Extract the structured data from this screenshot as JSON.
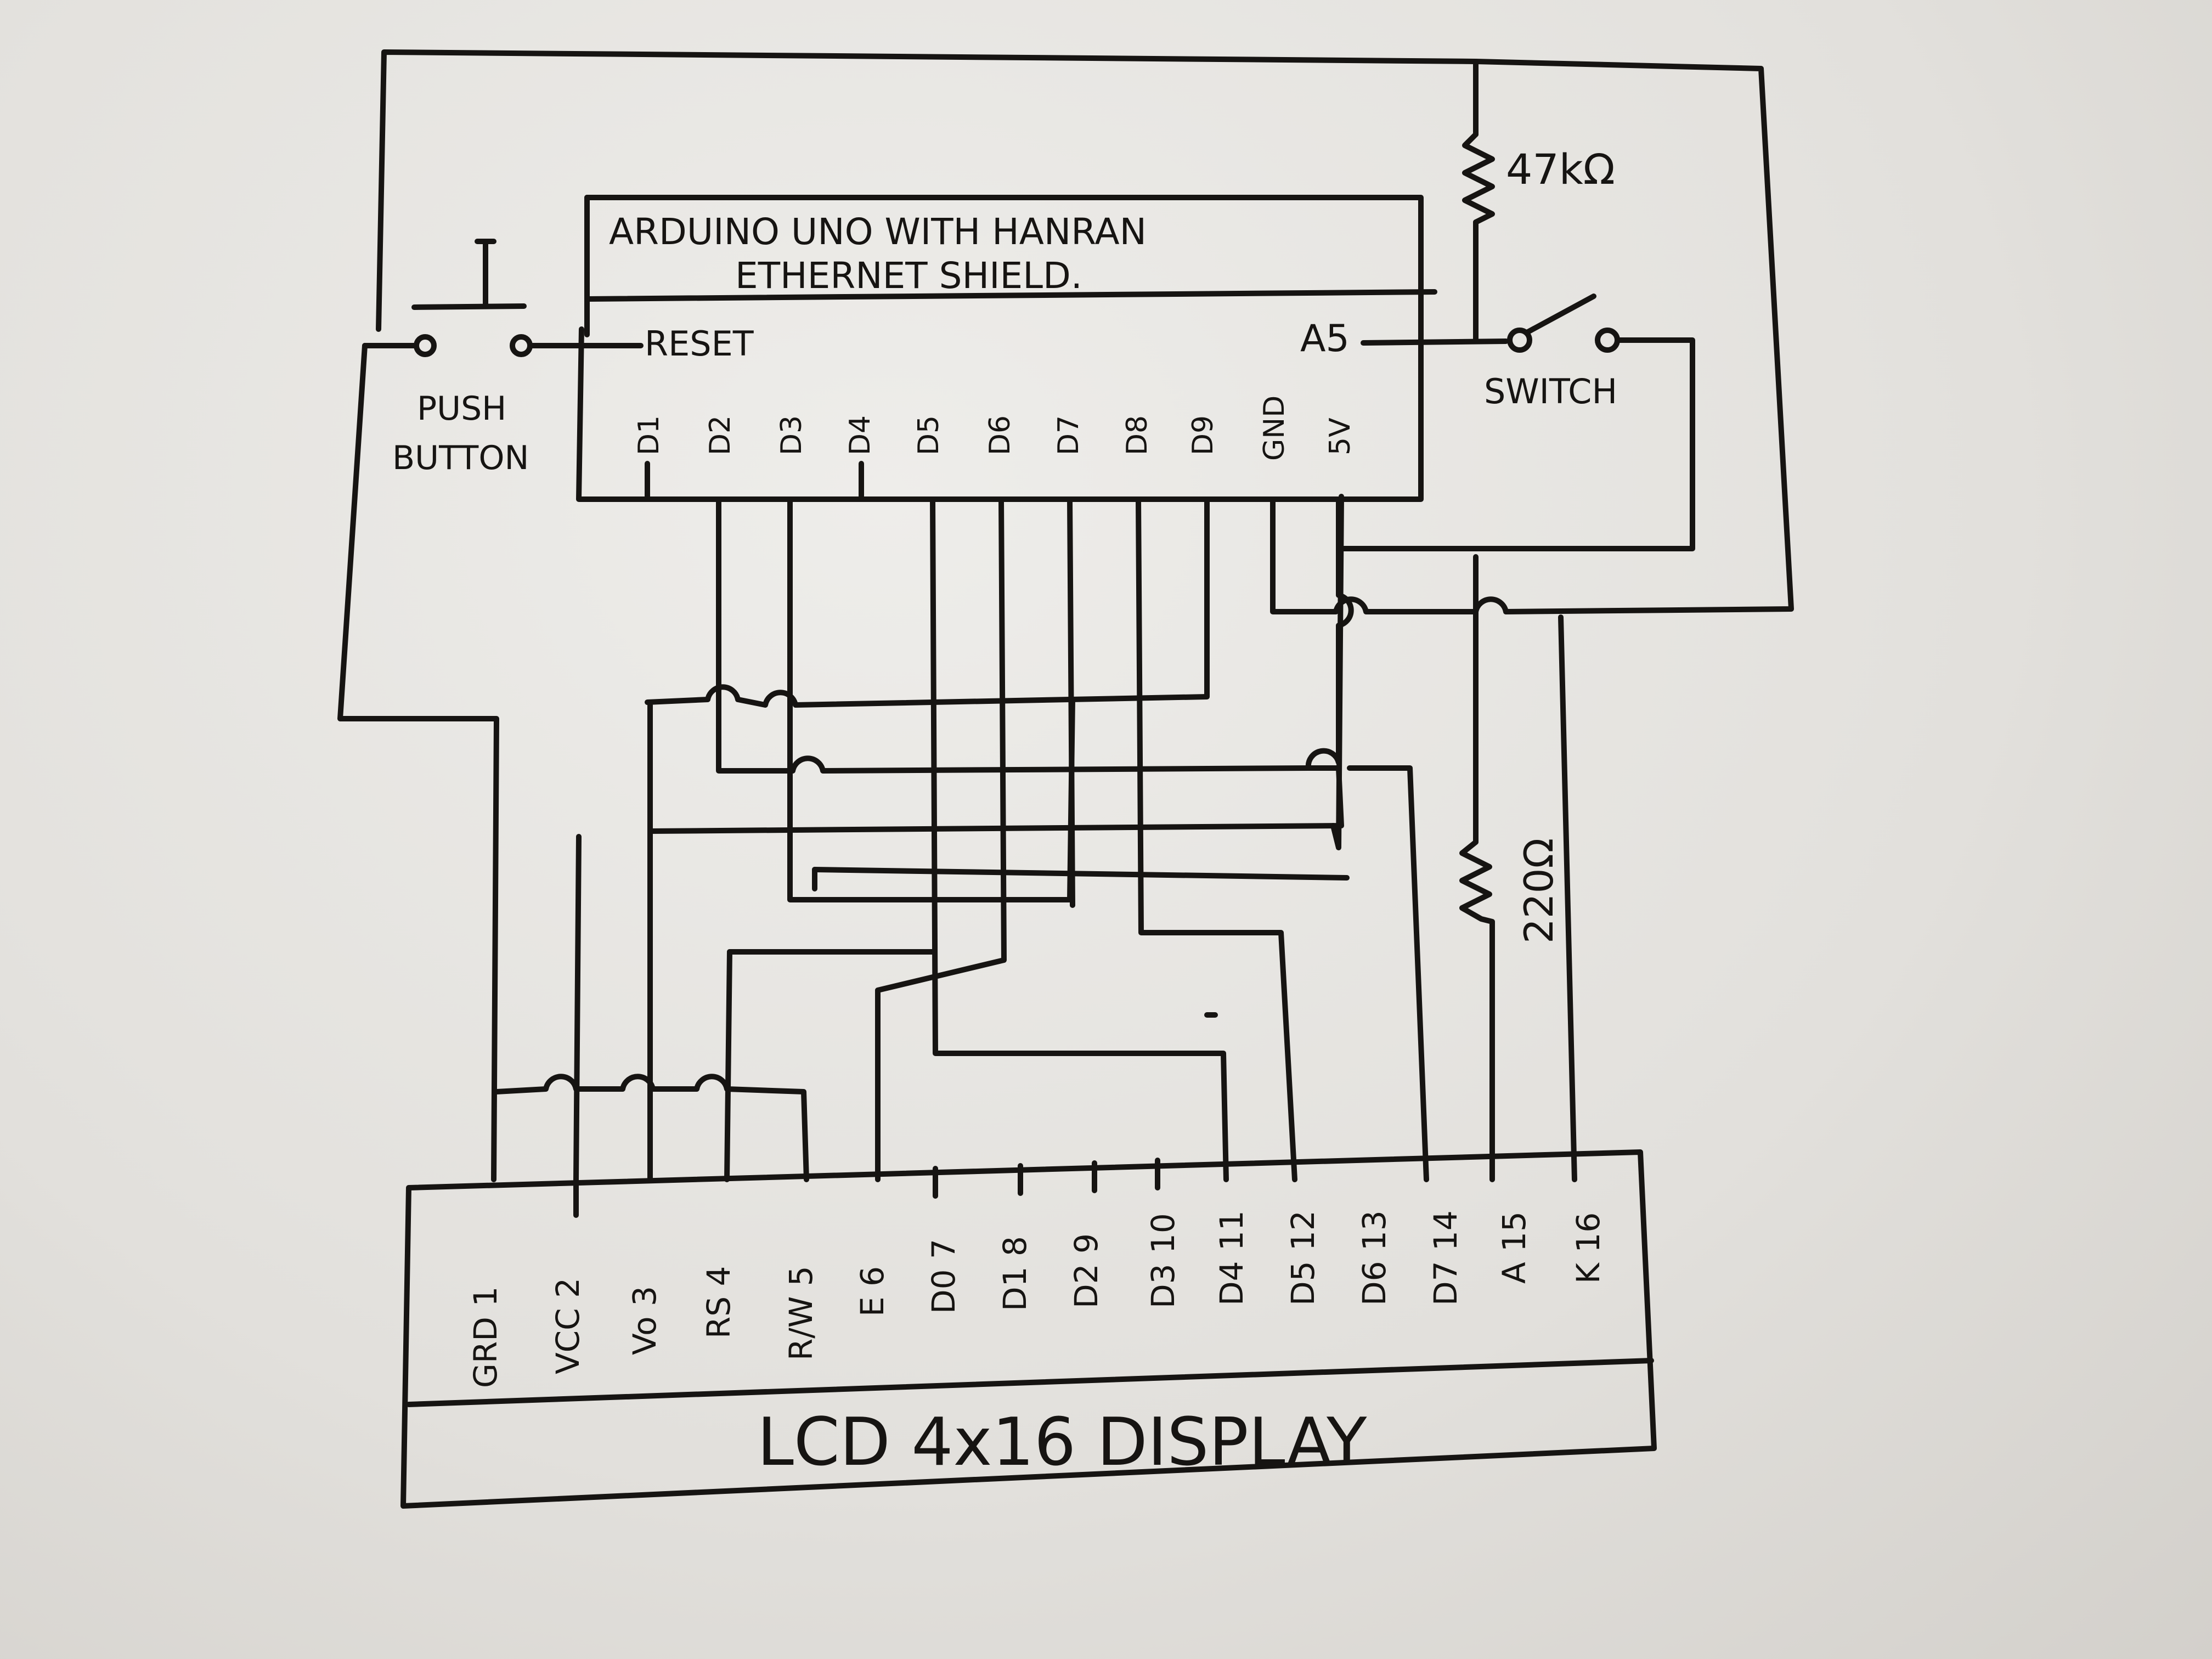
{
  "arduino": {
    "title_line1": "ARDUINO UNO WITH HANRAN",
    "title_line2": "ETHERNET SHIELD.",
    "reset": "RESET",
    "a5": "A5",
    "pins": [
      "D1",
      "D2",
      "D3",
      "D4",
      "D5",
      "D6",
      "D7",
      "D8",
      "D9",
      "GND",
      "5V"
    ]
  },
  "push_button": {
    "line1": "PUSH",
    "line2": "BUTTON"
  },
  "switch": {
    "label": "SWITCH"
  },
  "resistors": {
    "r1": "47kΩ",
    "r2": "220Ω"
  },
  "lcd": {
    "title": "LCD  4x16  DISPLAY",
    "pins": [
      "GRD 1",
      "VCC 2",
      "Vo 3",
      "RS 4",
      "R/W 5",
      "E 6",
      "D0 7",
      "D1 8",
      "D2 9",
      "D3 10",
      "D4 11",
      "D5 12",
      "D6 13",
      "D7 14",
      "A 15",
      "K 16"
    ]
  }
}
